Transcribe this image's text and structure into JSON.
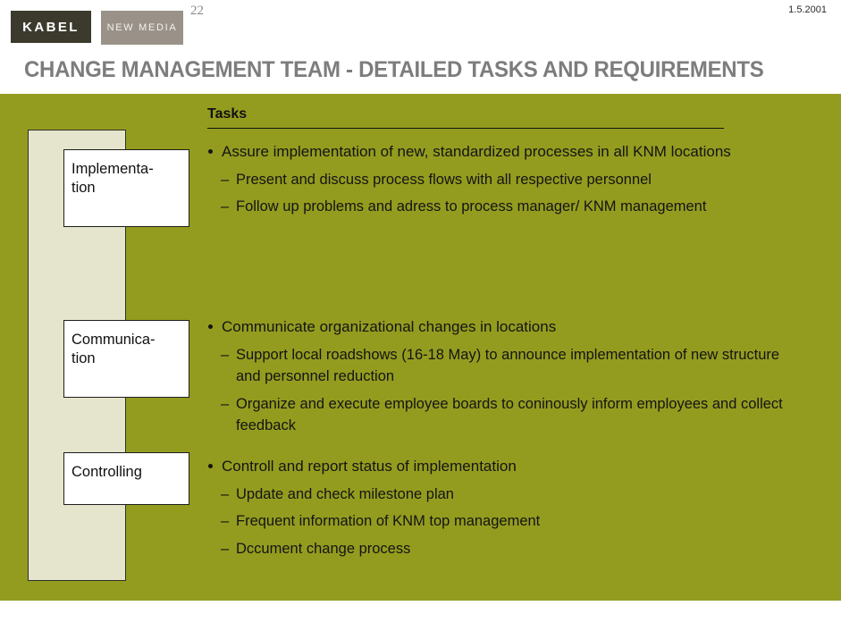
{
  "header": {
    "logo_primary": "KABEL",
    "logo_secondary": "NEW MEDIA",
    "page_number": "22",
    "date": "1.5.2001",
    "title": "CHANGE MANAGEMENT TEAM - DETAILED TASKS AND REQUIREMENTS"
  },
  "colors": {
    "panel_green": "#949c1f",
    "beige_bar": "#e5e5cd",
    "logo_dark": "#3b3a2d",
    "logo_tan": "#9a9289",
    "title_gray": "#7d7d7d",
    "box_white": "#ffffff",
    "text_black": "#141414"
  },
  "phases": [
    {
      "label": "Implementa-\ntion"
    },
    {
      "label": "Communica-\ntion"
    },
    {
      "label": "Controlling"
    }
  ],
  "tasks": {
    "heading": "Tasks",
    "groups": [
      {
        "main": "Assure implementation of new, standardized processes in all KNM locations",
        "subs": [
          "Present and discuss process flows with all respective personnel",
          "Follow up problems and adress to process manager/ KNM management"
        ]
      },
      {
        "main": "Communicate organizational changes in locations",
        "subs": [
          "Support local roadshows (16-18 May) to announce implementation of new structure and personnel reduction",
          "Organize and execute employee boards to coninously inform employees and collect feedback"
        ]
      },
      {
        "main": "Controll and report status of implementation",
        "subs": [
          "Update and check milestone plan",
          "Frequent information of KNM top management",
          "Dccument change process"
        ]
      }
    ]
  }
}
